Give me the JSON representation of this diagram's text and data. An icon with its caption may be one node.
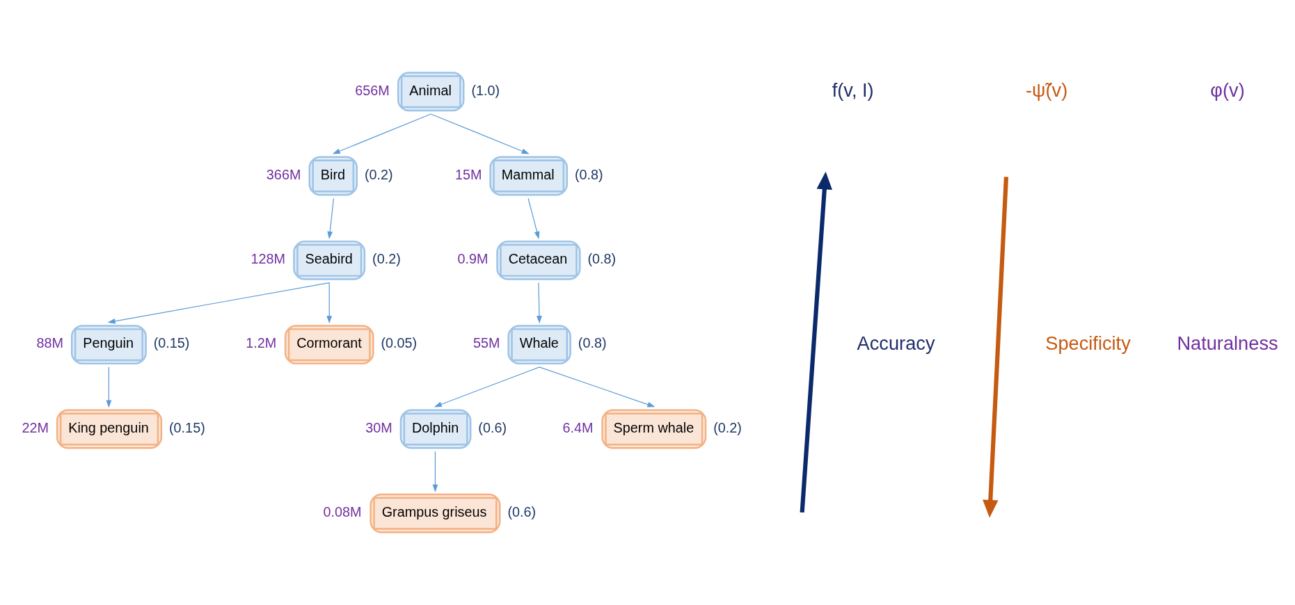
{
  "diagram": {
    "nodes": [
      {
        "text": [
          "Animal"
        ],
        "beside": [
          "656M",
          "(1.0)"
        ]
      },
      {
        "text": [
          "Bird"
        ],
        "beside": [
          "366M",
          "(0.2)"
        ]
      },
      {
        "text": [
          "Mammal"
        ],
        "beside": [
          "15M",
          "(0.8)"
        ]
      },
      {
        "text": [
          "Seabird"
        ],
        "beside": [
          "128M",
          "(0.2)"
        ]
      },
      {
        "text": [
          "Cetacean"
        ],
        "beside": [
          "0.9M",
          "(0.8)"
        ]
      },
      {
        "text": [
          "Penguin"
        ],
        "beside": [
          "88M",
          "(0.15)"
        ]
      },
      {
        "text": [
          "Cormorant"
        ],
        "beside": [
          "1.2M",
          "(0.05)"
        ]
      },
      {
        "text": [
          "Whale"
        ],
        "beside": [
          "55M",
          "(0.8)"
        ]
      },
      {
        "text": [
          "King penguin"
        ],
        "beside": [
          "22M",
          "(0.15)"
        ]
      },
      {
        "text": [
          "Dolphin"
        ],
        "beside": [
          "30M",
          "(0.6)"
        ]
      },
      {
        "text": [
          "Sperm whale"
        ],
        "beside": [
          "6.4M",
          "(0.2)"
        ]
      },
      {
        "text": [
          "Grampus griseus"
        ],
        "beside": [
          "0.08M",
          "(0.6)"
        ]
      }
    ],
    "edges": [
      {
        "from": 0,
        "to": 1,
        "arrow": "to"
      },
      {
        "from": 0,
        "to": 2,
        "arrow": "to"
      },
      {
        "from": 1,
        "to": 3,
        "arrow": "to"
      },
      {
        "from": 2,
        "to": 4,
        "arrow": "to"
      },
      {
        "from": 3,
        "to": 5,
        "arrow": "to"
      },
      {
        "from": 3,
        "to": 6,
        "arrow": "to"
      },
      {
        "from": 4,
        "to": 7,
        "arrow": "to"
      },
      {
        "from": 5,
        "to": 8,
        "arrow": "to"
      },
      {
        "from": 7,
        "to": 9,
        "arrow": "to"
      },
      {
        "from": 7,
        "to": 10,
        "arrow": "to"
      },
      {
        "from": 9,
        "to": 11,
        "arrow": "to"
      }
    ],
    "labels": [
      "f(v, I)",
      "-ψ̃(v)",
      "φ(v)",
      "Accuracy",
      "Specificity",
      "Naturalness"
    ]
  }
}
